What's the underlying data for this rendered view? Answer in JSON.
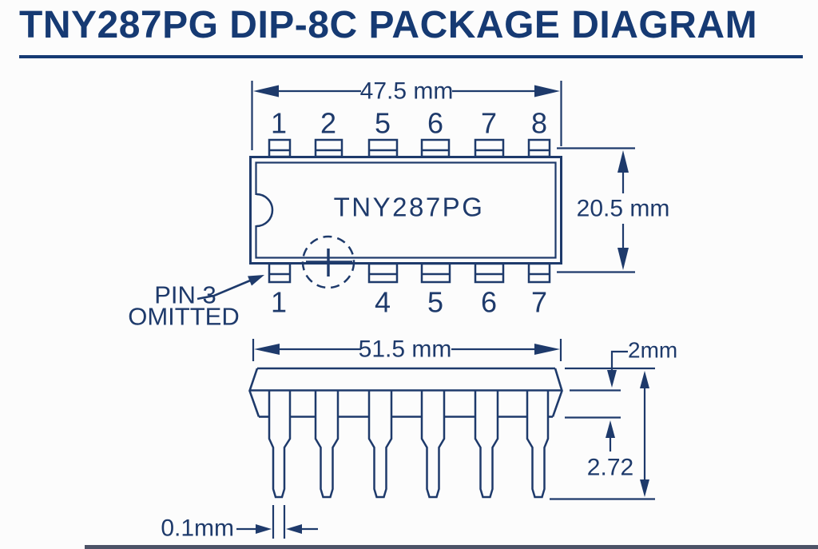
{
  "colors": {
    "line": "#1e3a6b",
    "title": "#163a73",
    "background": "#fcfcfc",
    "artifact": "#333b52"
  },
  "header": {
    "title": "TNY287PG DIP-8C PACKAGE DIAGRAM"
  },
  "top_view": {
    "chip_label": "TNY287PG",
    "width_dimension": "47.5 mm",
    "height_dimension": "20.5 mm",
    "top_pin_labels": [
      "1",
      "2",
      "5",
      "6",
      "7",
      "8"
    ],
    "bottom_pin_labels": [
      "1",
      "4",
      "5",
      "6",
      "7"
    ],
    "note": {
      "line1": "PIN 3",
      "line2": "OMITTED"
    }
  },
  "side_view": {
    "width_dimension": "51.5 mm",
    "top_thickness_dimension": "2mm",
    "lead_length_dimension": "2.72",
    "lead_tip_dimension": "0.1mm"
  }
}
